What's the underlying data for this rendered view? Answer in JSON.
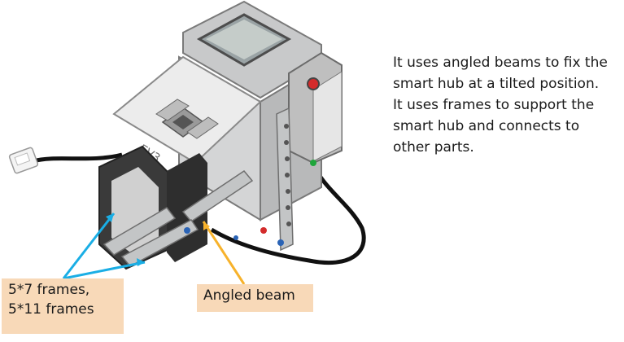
{
  "description": {
    "lines": [
      "It uses angled beams to fix the",
      "smart hub at a tilted position.",
      "It uses frames to support the",
      "smart hub and connects to",
      "other parts."
    ]
  },
  "callouts": {
    "frames": {
      "line1": "5*7 frames,",
      "line2": "5*11 frames"
    },
    "angled_beam": {
      "label": "Angled beam"
    }
  },
  "hub": {
    "brand_label": "EV3"
  },
  "colors": {
    "hub_body": "#dedede",
    "hub_dark": "#8a8a8a",
    "beam": "#bfc1c3",
    "frame": "#2e2e2e",
    "frames_arrow": "#1aaee5",
    "beam_arrow": "#f7b22b",
    "callout_bg": "#f8d9b8",
    "cable": "#111111"
  }
}
